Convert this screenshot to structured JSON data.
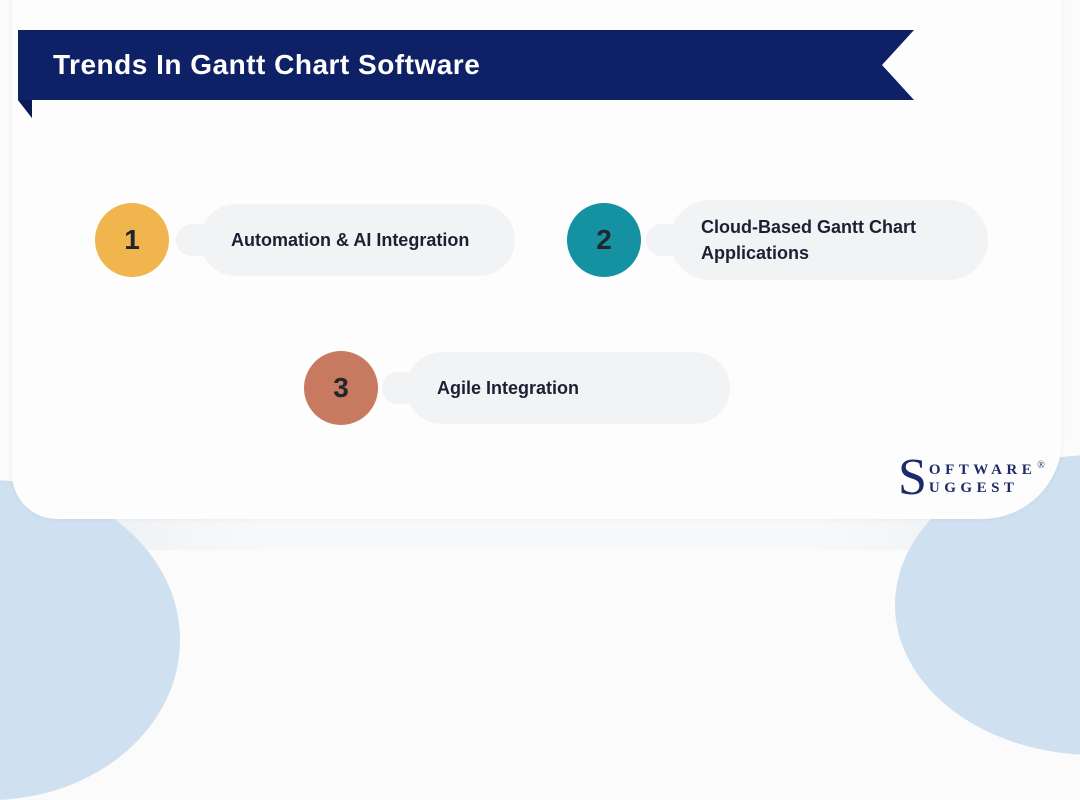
{
  "banner": {
    "title": "Trends In Gantt Chart Software",
    "bg": "#0e2066",
    "fold_color": "#0a1a55",
    "text_color": "#ffffff"
  },
  "items": [
    {
      "number": "1",
      "label": "Automation & AI Integration",
      "circle_color": "#f0b54d"
    },
    {
      "number": "2",
      "label": "Cloud-Based Gantt Chart Applications",
      "circle_color": "#1492a1"
    },
    {
      "number": "3",
      "label": "Agile Integration",
      "circle_color": "#c77a60"
    }
  ],
  "pill": {
    "bg": "#f2f3f4",
    "text_color": "#1b2133"
  },
  "number_text_color": "#20252f",
  "decor": {
    "blob_color": "#cfe0f0"
  },
  "logo": {
    "initial": "S",
    "word_top": "OFTWARE",
    "word_bottom": "UGGEST",
    "registered": "®",
    "color": "#1e2a68"
  }
}
